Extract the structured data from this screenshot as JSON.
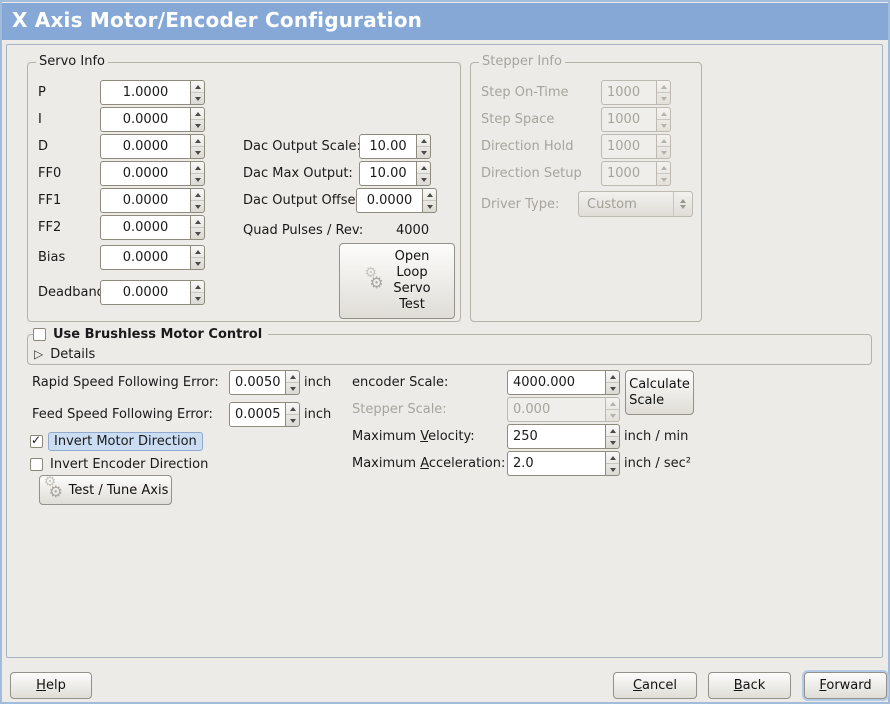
{
  "window": {
    "title": "X Axis Motor/Encoder Configuration"
  },
  "icons": {
    "checkmark": "✓",
    "expander": "▷",
    "gear": "⚙"
  },
  "servo_info": {
    "title": "Servo Info",
    "rows": [
      {
        "label": "P",
        "value": "1.0000"
      },
      {
        "label": "I",
        "value": "0.0000"
      },
      {
        "label": "D",
        "value": "0.0000"
      },
      {
        "label": "FF0",
        "value": "0.0000"
      },
      {
        "label": "FF1",
        "value": "0.0000"
      },
      {
        "label": "FF2",
        "value": "0.0000"
      },
      {
        "label": "Bias",
        "value": "0.0000"
      },
      {
        "label": "Deadband",
        "value": "0.0000"
      }
    ]
  },
  "dac": {
    "rows": [
      {
        "label": "Dac Output Scale:",
        "value": "10.00"
      },
      {
        "label": "Dac Max Output:",
        "value": "10.00"
      },
      {
        "label": "Dac Output Offset:",
        "value": "0.0000"
      }
    ],
    "quad_label": "Quad Pulses / Rev:",
    "quad_value": "4000",
    "open_loop_label": "Open\nLoop\nServo\nTest"
  },
  "stepper_info": {
    "title": "Stepper Info",
    "rows": [
      {
        "label": "Step On-Time",
        "value": "1000"
      },
      {
        "label": "Step Space",
        "value": "1000"
      },
      {
        "label": "Direction Hold",
        "value": "1000"
      },
      {
        "label": "Direction Setup",
        "value": "1000"
      }
    ],
    "driver_label": "Driver Type:",
    "driver_value": "Custom"
  },
  "brushless": {
    "checkbox_label": "Use Brushless Motor Control",
    "details_label": "Details"
  },
  "errors": {
    "rapid_label": "Rapid Speed Following Error:",
    "rapid_value": "0.0050",
    "rapid_unit": "inch",
    "feed_label": "Feed Speed Following Error:",
    "feed_value": "0.0005",
    "feed_unit": "inch"
  },
  "options": {
    "invert_motor_label": "Invert Motor Direction",
    "invert_encoder_label": "Invert Encoder Direction",
    "test_tune_label": "Test / Tune Axis"
  },
  "scale": {
    "encoder_label": "encoder Scale:",
    "encoder_value": "4000.000",
    "calculate_label": "Calculate\nScale",
    "stepper_label": "Stepper Scale:",
    "stepper_value": "0.000",
    "velocity_label": {
      "pre": "Maximum ",
      "mn": "V",
      "post": "elocity:"
    },
    "velocity_value": "250",
    "velocity_unit": "inch / min",
    "accel_label": {
      "pre": "Maximum ",
      "mn": "A",
      "post": "cceleration:"
    },
    "accel_value": "2.0",
    "accel_unit": "inch / sec²"
  },
  "footer": {
    "help": {
      "mn": "H",
      "post": "elp"
    },
    "cancel": {
      "mn": "C",
      "post": "ancel"
    },
    "back": {
      "mn": "B",
      "post": "ack"
    },
    "forward": {
      "mn": "F",
      "post": "orward"
    }
  }
}
